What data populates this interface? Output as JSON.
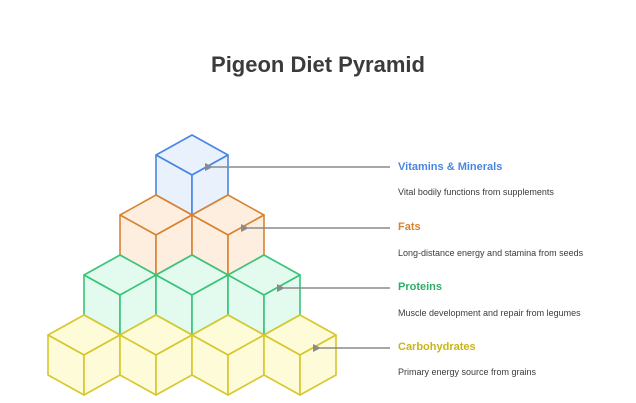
{
  "title": "Pigeon Diet Pyramid",
  "layers": [
    {
      "label": "Vitamins & Minerals",
      "description": "Vital bodily functions from supplements",
      "stroke": "#4a86e0",
      "fill": "#e9f1fd",
      "label_color": "#4a86e0"
    },
    {
      "label": "Fats",
      "description": "Long-distance energy and stamina from seeds",
      "stroke": "#d98330",
      "fill": "#fdeee0",
      "label_color": "#d98330"
    },
    {
      "label": "Proteins",
      "description": "Muscle development and repair from legumes",
      "stroke": "#38c47a",
      "fill": "#e3fbee",
      "label_color": "#2eaf67"
    },
    {
      "label": "Carbohydrates",
      "description": "Primary energy source from grains",
      "stroke": "#d6c72a",
      "fill": "#fefbd8",
      "label_color": "#c9b51a"
    }
  ],
  "connector_color": "#8a8a8a"
}
